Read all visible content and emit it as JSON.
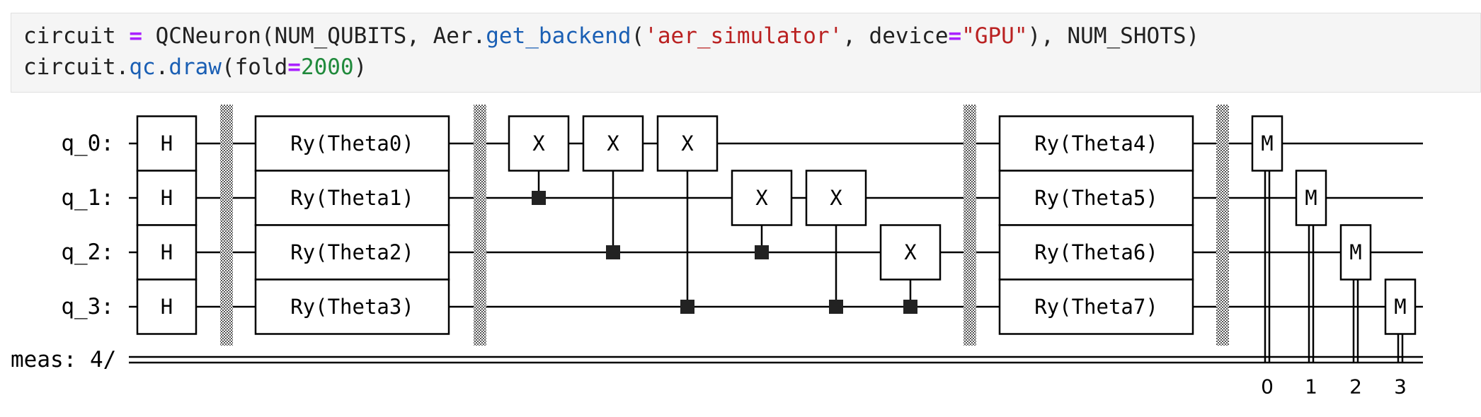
{
  "code": {
    "line1": {
      "var": "circuit ",
      "op1": "=",
      "call_start": " QCNeuron(NUM_QUBITS, Aer.",
      "fn": "get_backend",
      "paren": "(",
      "str1": "'aer_simulator'",
      "sep": ", device",
      "op2": "=",
      "str2": "\"GPU\"",
      "end": "), NUM_SHOTS)"
    },
    "line2": {
      "var": "circuit.",
      "attr": "qc",
      "dot": ".",
      "fn": "draw",
      "paren": "(fold",
      "op": "=",
      "num": "2000",
      "end": ")"
    }
  },
  "circuit": {
    "qubit_labels": [
      "q_0:",
      "q_1:",
      "q_2:",
      "q_3:"
    ],
    "classical_label": "meas: 4/",
    "h_gates": [
      "H",
      "H",
      "H",
      "H"
    ],
    "ry_layer1": [
      "Ry(Theta0)",
      "Ry(Theta1)",
      "Ry(Theta2)",
      "Ry(Theta3)"
    ],
    "ry_layer2": [
      "Ry(Theta4)",
      "Ry(Theta5)",
      "Ry(Theta6)",
      "Ry(Theta7)"
    ],
    "x_label": "X",
    "measure_label": "M",
    "cnots": [
      {
        "control": 1,
        "target": 0
      },
      {
        "control": 2,
        "target": 0
      },
      {
        "control": 3,
        "target": 0
      },
      {
        "control": 2,
        "target": 1
      },
      {
        "control": 3,
        "target": 1
      },
      {
        "control": 3,
        "target": 2
      }
    ],
    "measure_indices": [
      "0",
      "1",
      "2",
      "3"
    ]
  }
}
